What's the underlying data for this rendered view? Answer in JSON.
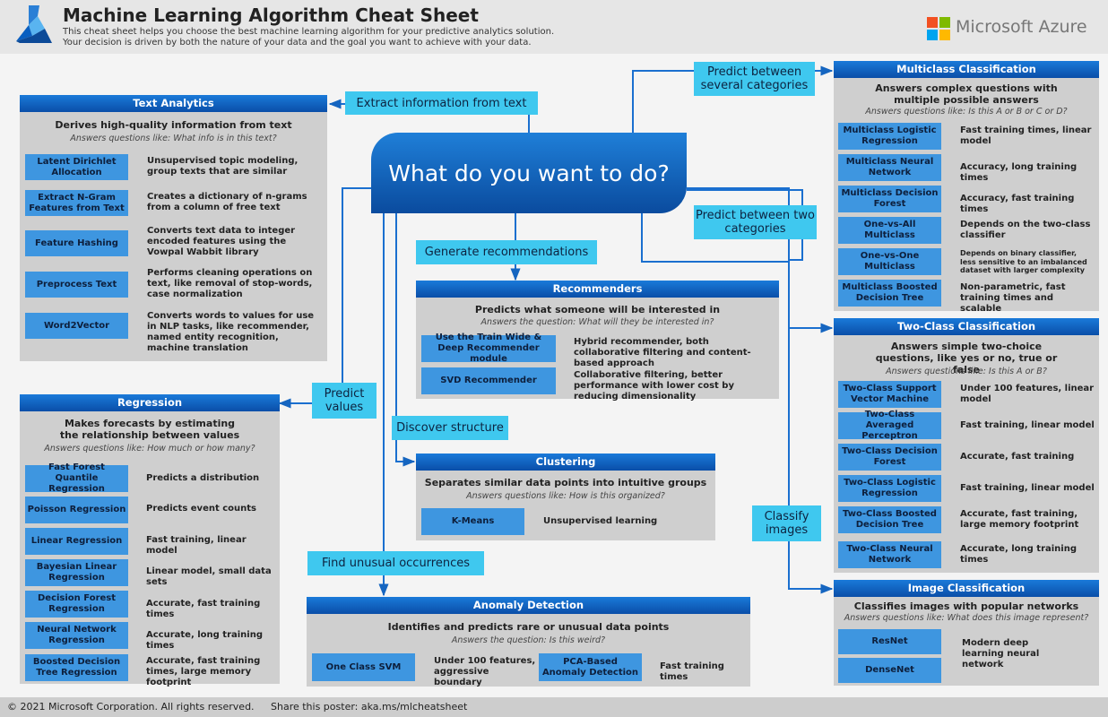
{
  "header": {
    "title": "Machine Learning Algorithm Cheat Sheet",
    "subtitle_line1": "This cheat sheet helps you choose the best machine learning algorithm for your predictive analytics solution.",
    "subtitle_line2": "Your decision is driven by both the nature of your data and the goal you want to achieve with your data.",
    "brand": "Microsoft Azure",
    "logo_colors": [
      "#f25022",
      "#7fba00",
      "#00a4ef",
      "#ffb900"
    ]
  },
  "footer": {
    "copyright": "© 2021 Microsoft Corporation. All rights reserved.",
    "share": "Share this poster: aka.ms/mlcheatsheet"
  },
  "center": "What do you want to do?",
  "actions": {
    "extract": "Extract information from text",
    "several": "Predict between several categories",
    "two": "Predict between two categories",
    "recommend": "Generate recommendations",
    "values": "Predict values",
    "structure": "Discover structure",
    "images": "Classify images",
    "unusual": "Find unusual occurrences"
  },
  "text_analytics": {
    "header": "Text Analytics",
    "title": "Derives high-quality information from text",
    "question": "Answers questions like: What info is in this text?",
    "items": [
      {
        "name": "Latent Dirichlet Allocation",
        "desc": "Unsupervised topic modeling, group texts that are similar"
      },
      {
        "name": "Extract N-Gram Features from Text",
        "desc": "Creates a dictionary of n-grams from a column of free text"
      },
      {
        "name": "Feature Hashing",
        "desc": "Converts text data to integer encoded features using the Vowpal Wabbit library"
      },
      {
        "name": "Preprocess Text",
        "desc": "Performs cleaning operations on text, like removal of stop-words, case normalization"
      },
      {
        "name": "Word2Vector",
        "desc": "Converts words to values for use in NLP tasks, like recommender, named entity recognition, machine translation"
      }
    ]
  },
  "regression": {
    "header": "Regression",
    "title": "Makes forecasts by estimating the relationship between values",
    "question": "Answers questions like: How much or how many?",
    "items": [
      {
        "name": "Fast Forest Quantile Regression",
        "desc": "Predicts a distribution"
      },
      {
        "name": "Poisson Regression",
        "desc": "Predicts event counts"
      },
      {
        "name": "Linear Regression",
        "desc": "Fast training, linear model"
      },
      {
        "name": "Bayesian Linear Regression",
        "desc": "Linear model, small data sets"
      },
      {
        "name": "Decision Forest Regression",
        "desc": "Accurate, fast training times"
      },
      {
        "name": "Neural Network Regression",
        "desc": "Accurate, long training times"
      },
      {
        "name": "Boosted Decision Tree Regression",
        "desc": "Accurate, fast training times, large memory footprint"
      }
    ]
  },
  "recommenders": {
    "header": "Recommenders",
    "title": "Predicts what someone will be interested in",
    "question": "Answers the question: What will they be interested in?",
    "items": [
      {
        "name": "Use the Train Wide & Deep Recommender module",
        "desc": "Hybrid recommender, both collaborative filtering and content-based approach"
      },
      {
        "name": "SVD Recommender",
        "desc": "Collaborative filtering, better performance with lower cost by reducing dimensionality"
      }
    ]
  },
  "clustering": {
    "header": "Clustering",
    "title": "Separates similar data points into intuitive groups",
    "question": "Answers questions like: How is this organized?",
    "items": [
      {
        "name": "K-Means",
        "desc": "Unsupervised learning"
      }
    ]
  },
  "anomaly": {
    "header": "Anomaly Detection",
    "title": "Identifies and predicts rare or unusual data points",
    "question": "Answers the question: Is this weird?",
    "items": [
      {
        "name": "One Class SVM",
        "desc": "Under 100 features, aggressive boundary"
      },
      {
        "name": "PCA-Based Anomaly Detection",
        "desc": "Fast training times"
      }
    ]
  },
  "multiclass": {
    "header": "Multiclass Classification",
    "title": "Answers complex questions with multiple possible answers",
    "question": "Answers questions like: Is this A or B or C or D?",
    "items": [
      {
        "name": "Multiclass Logistic Regression",
        "desc": "Fast training times, linear model"
      },
      {
        "name": "Multiclass Neural Network",
        "desc": "Accuracy, long training times"
      },
      {
        "name": "Multiclass Decision Forest",
        "desc": "Accuracy, fast training times"
      },
      {
        "name": "One-vs-All Multiclass",
        "desc": "Depends on the two-class classifier"
      },
      {
        "name": "One-vs-One Multiclass",
        "desc": "Depends on binary classifier, less sensitive to an imbalanced dataset with larger complexity"
      },
      {
        "name": "Multiclass Boosted Decision Tree",
        "desc": "Non-parametric, fast training times and scalable"
      }
    ]
  },
  "twoclass": {
    "header": "Two-Class Classification",
    "title": "Answers simple two-choice questions, like yes or no, true or false",
    "question": "Answers questions like: Is this A or B?",
    "items": [
      {
        "name": "Two-Class Support Vector Machine",
        "desc": "Under 100 features, linear model"
      },
      {
        "name": "Two-Class Averaged Perceptron",
        "desc": "Fast training, linear model"
      },
      {
        "name": "Two-Class Decision Forest",
        "desc": "Accurate, fast training"
      },
      {
        "name": "Two-Class Logistic Regression",
        "desc": "Fast training, linear model"
      },
      {
        "name": "Two-Class Boosted Decision Tree",
        "desc": "Accurate, fast training, large memory footprint"
      },
      {
        "name": "Two-Class Neural Network",
        "desc": "Accurate, long training times"
      }
    ]
  },
  "image_class": {
    "header": "Image Classification",
    "title": "Classifies images with popular networks",
    "question": "Answers questions like: What does this image represent?",
    "items": [
      {
        "name": "ResNet"
      },
      {
        "name": "DenseNet"
      }
    ],
    "shared_desc": "Modern deep learning neural network"
  }
}
